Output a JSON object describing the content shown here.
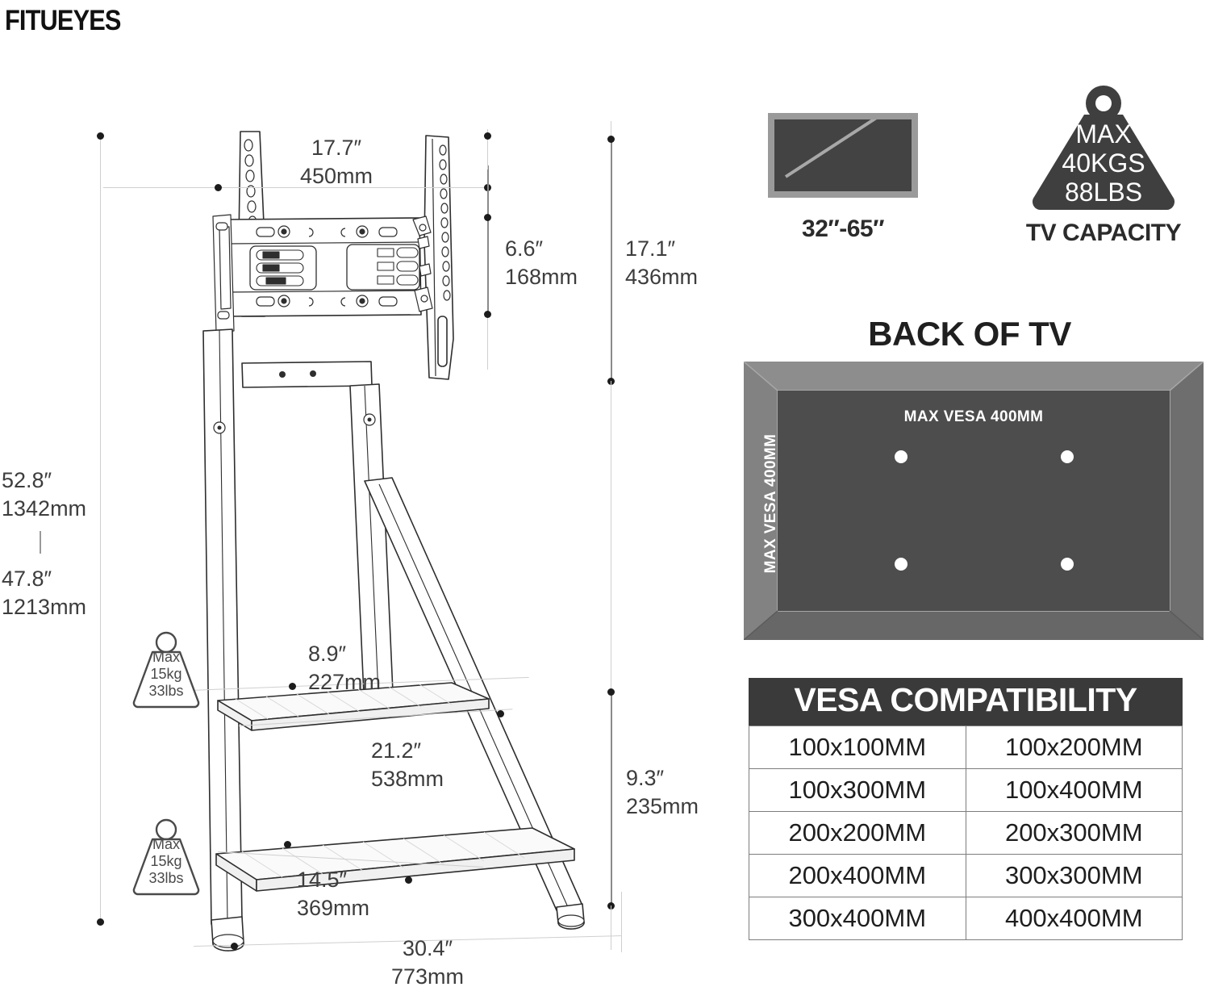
{
  "brand": {
    "name": "FITUEYES"
  },
  "dimensions": {
    "width_top": {
      "inch": "17.7″",
      "mm": "450mm"
    },
    "bracket_height": {
      "inch": "6.6″",
      "mm": "168mm"
    },
    "mount_height": {
      "inch": "17.1″",
      "mm": "436mm"
    },
    "total_height": {
      "inch": "52.8″",
      "mm": "1342mm"
    },
    "lower_height": {
      "inch": "47.8″",
      "mm": "1213mm"
    },
    "shelf_depth": {
      "inch": "8.9″",
      "mm": "227mm"
    },
    "shelf_width": {
      "inch": "21.2″",
      "mm": "538mm"
    },
    "base_depth": {
      "inch": "14.5″",
      "mm": "369mm"
    },
    "base_width": {
      "inch": "30.4″",
      "mm": "773mm"
    },
    "base_clearance": {
      "inch": "9.3″",
      "mm": "235mm"
    }
  },
  "shelf_load": {
    "upper": {
      "line1": "Max",
      "line2": "15kg",
      "line3": "33lbs"
    },
    "lower": {
      "line1": "Max",
      "line2": "15kg",
      "line3": "33lbs"
    }
  },
  "tv_size": {
    "label": "32″-65″"
  },
  "tv_capacity": {
    "line1": "MAX",
    "line2": "40KGS",
    "line3": "88LBS",
    "label": "TV CAPACITY"
  },
  "back_of_tv": {
    "title": "BACK OF TV",
    "vesa_horizontal": "MAX VESA 400MM",
    "vesa_vertical": "MAX VESA 400MM"
  },
  "vesa_table": {
    "title": "VESA COMPATIBILITY",
    "rows": [
      [
        "100x100MM",
        "100x200MM"
      ],
      [
        "100x300MM",
        "100x400MM"
      ],
      [
        "200x200MM",
        "200x300MM"
      ],
      [
        "200x400MM",
        "300x300MM"
      ],
      [
        "300x400MM",
        "400x400MM"
      ]
    ]
  },
  "colors": {
    "dark": "#3a3a3a",
    "screen": "#434343",
    "bezel": "#9a9a9a",
    "panel": "#4d4d4d",
    "line": "#3d3d3d"
  }
}
